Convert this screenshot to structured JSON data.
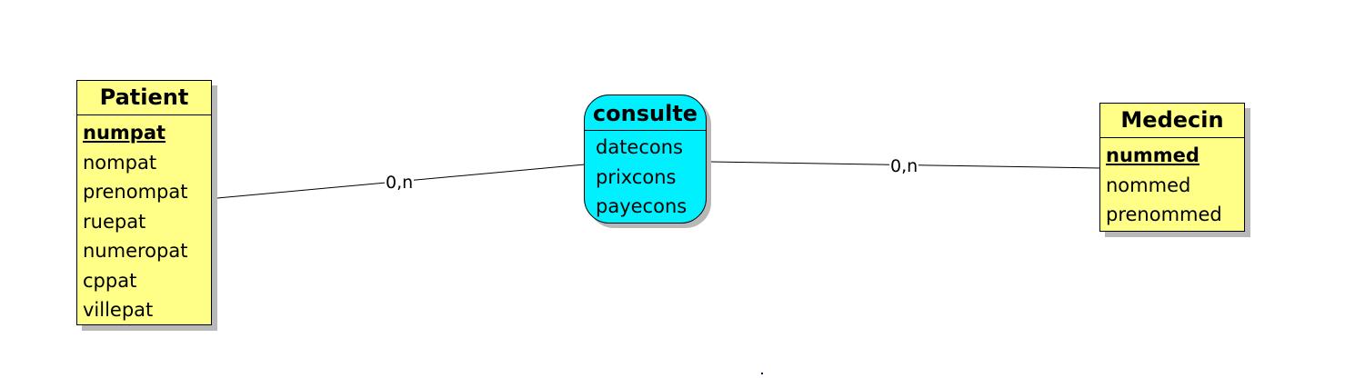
{
  "entities": {
    "patient": {
      "name": "Patient",
      "key": "numpat",
      "attributes": [
        "nompat",
        "prenompat",
        "ruepat",
        "numeropat",
        "cppat",
        "villepat"
      ]
    },
    "medecin": {
      "name": "Medecin",
      "key": "nummed",
      "attributes": [
        "nommed",
        "prenommed"
      ]
    }
  },
  "association": {
    "name": "consulte",
    "attributes": [
      "datecons",
      "prixcons",
      "payecons"
    ]
  },
  "cardinalities": {
    "patient_consulte": "0,n",
    "consulte_medecin": "0,n"
  },
  "colors": {
    "entity_fill": "#ffff88",
    "association_fill": "#00f0ff",
    "shadow": "#b8b8b8"
  }
}
